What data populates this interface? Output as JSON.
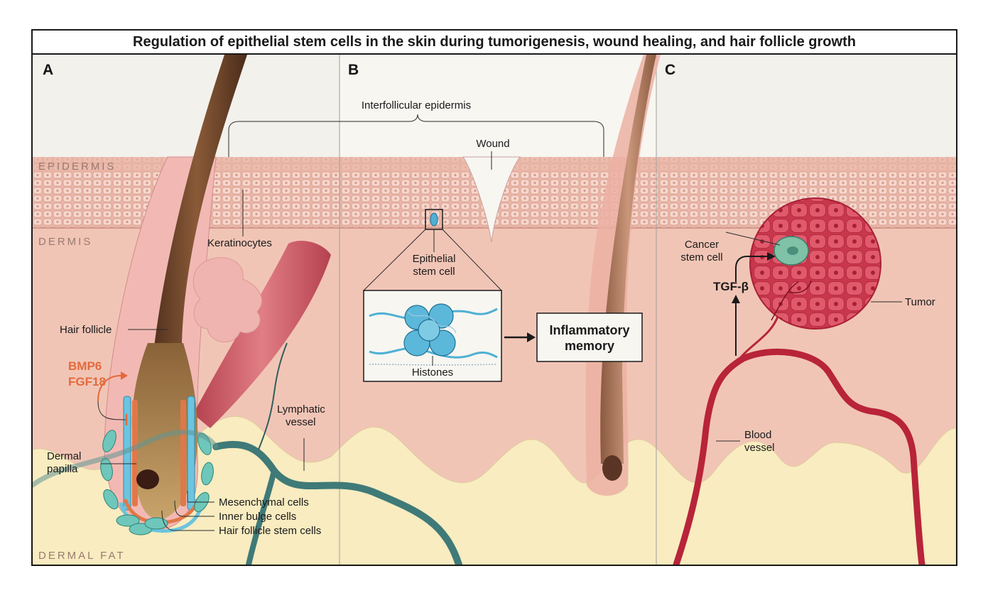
{
  "title": "Regulation of epithelial stem cells in the skin during tumorigenesis, wound healing, and hair follicle growth",
  "panels": [
    "A",
    "B",
    "C"
  ],
  "layers": {
    "epidermis": "EPIDERMIS",
    "dermis": "DERMIS",
    "dermal_fat": "DERMAL FAT"
  },
  "labels": {
    "interfollicular_epidermis": "Interfollicular epidermis",
    "wound": "Wound",
    "keratinocytes": "Keratinocytes",
    "hair_follicle": "Hair follicle",
    "bmp6": "BMP6",
    "fgf18": "FGF18",
    "dermal_papilla_1": "Dermal",
    "dermal_papilla_2": "papilla",
    "mesenchymal_cells": "Mesenchymal cells",
    "inner_bulge_cells": "Inner bulge cells",
    "hair_follicle_stem_cells": "Hair follicle stem cells",
    "lymphatic_vessel_1": "Lymphatic",
    "lymphatic_vessel_2": "vessel",
    "epithelial_stem_cell_1": "Epithelial",
    "epithelial_stem_cell_2": "stem cell",
    "histones": "Histones",
    "inflammatory_memory_1": "Inflammatory",
    "inflammatory_memory_2": "memory",
    "cancer_stem_cell_1": "Cancer",
    "cancer_stem_cell_2": "stem cell",
    "tgf_beta": "TGF-β",
    "tumor": "Tumor",
    "blood_vessel_1": "Blood",
    "blood_vessel_2": "vessel"
  },
  "colors": {
    "dermis": "#f1c5b6",
    "dermal_fat": "#f8ecc0",
    "epidermis": "#eab9ab",
    "sky": "#f3f1ec",
    "signal_orange": "#e4693a",
    "blood_red": "#b8243a",
    "lymphatic_teal": "#3f7a78",
    "histone_blue": "#4fb0d4",
    "hair_brown": "#6b4128",
    "tumor_red": "#d9455a"
  }
}
